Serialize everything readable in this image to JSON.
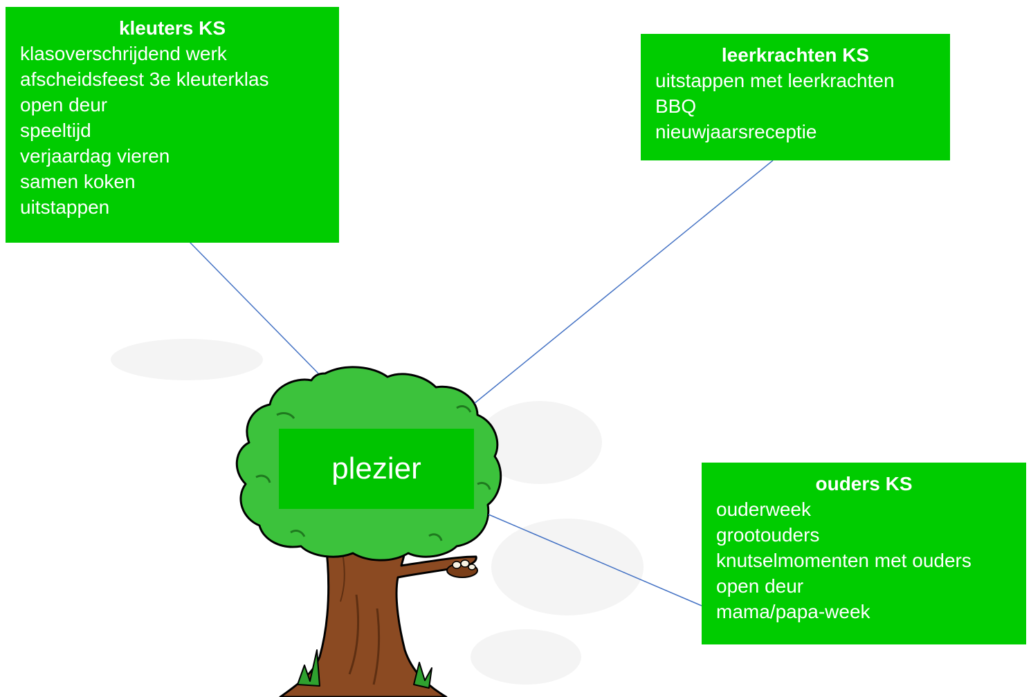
{
  "center": {
    "label": "plezier"
  },
  "boxes": {
    "kleuters": {
      "title": "kleuters KS",
      "items": [
        "klasoverschrijdend werk",
        "afscheidsfeest 3e kleuterklas",
        "open deur",
        "speeltijd",
        "verjaardag vieren",
        "samen koken",
        "uitstappen"
      ]
    },
    "leerkrachten": {
      "title": "leerkrachten KS",
      "items": [
        "uitstappen met leerkrachten",
        "BBQ",
        "nieuwjaarsreceptie"
      ]
    },
    "ouders": {
      "title": "ouders KS",
      "items": [
        "ouderweek",
        "grootouders",
        "knutselmomenten met ouders",
        "open deur",
        "mama/papa-week"
      ]
    }
  },
  "colors": {
    "box_fill": "#00cc00",
    "text": "#ffffff",
    "connector": "#4472c4",
    "foliage": "#3cc23c",
    "trunk": "#8b4a22"
  }
}
